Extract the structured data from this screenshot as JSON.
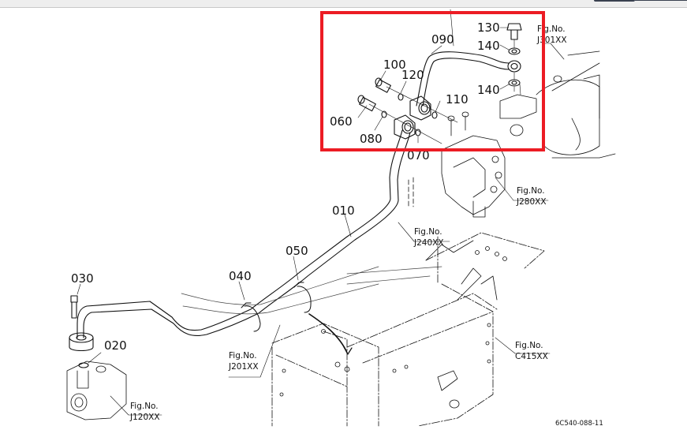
{
  "viewer": {
    "scrollbar": "horizontal-scrollbar"
  },
  "diagram": {
    "highlight_color": "#ec1c24",
    "drawing_code": "6C540-088-11",
    "part_labels": {
      "p010": "010",
      "p020": "020",
      "p030": "030",
      "p040": "040",
      "p050": "050",
      "p060": "060",
      "p070": "070",
      "p080": "080",
      "p090": "090",
      "p100": "100",
      "p110": "110",
      "p120": "120",
      "p130": "130",
      "p140a": "140",
      "p140b": "140"
    },
    "fig_refs": {
      "j301": {
        "title": "Fig.No.",
        "code": "J301XX"
      },
      "j280": {
        "title": "Fig.No.",
        "code": "J280XX"
      },
      "j240": {
        "title": "Fig.No.",
        "code": "J240XX"
      },
      "j201": {
        "title": "Fig.No.",
        "code": "J201XX"
      },
      "c415": {
        "title": "Fig.No.",
        "code": "C415XX"
      },
      "j120": {
        "title": "Fig.No.",
        "code": "J120XX"
      }
    }
  }
}
